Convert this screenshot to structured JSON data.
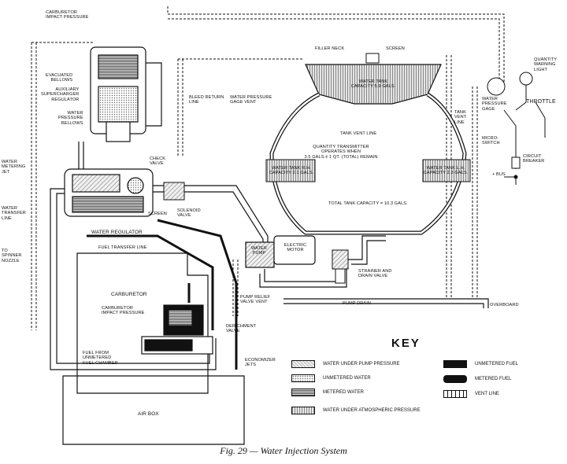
{
  "figure": {
    "caption": "Fig. 29 — Water Injection System"
  },
  "labels": {
    "carburetor_impact_pressure_top": "CARBURETOR\nIMPACT PRESSURE",
    "evacuated_bellows": "EVACUATED\nBELLOWS",
    "auxiliary_supercharger_regulator": "AUXILIARY\nSUPERCHARGER\nREGULATOR",
    "water_pressure_bellows": "WATER\nPRESSURE\nBELLOWS",
    "bleed_return_line": "BLEED RETURN\nLINE",
    "water_pressure_gage_vent": "WATER PRESSURE\nGAGE VENT",
    "filler_neck": "FILLER NECK",
    "screen_top": "SCREEN",
    "water_tank": "WATER TANK\nCAPACITY 5.9 GALS.",
    "tank_vent_line": "TANK VENT LINE",
    "tank_vent_line_right": "TANK\nVENT\nLINE",
    "water_pressure_gage": "WATER\nPRESSURE\nGAGE",
    "quantity_warning_light": "QUANTITY\nWARNING\nLIGHT",
    "throttle": "THROTTLE",
    "micro_switch": "MICRO-\nSWITCH",
    "circuit_breaker": "CIRCUIT\nBREAKER",
    "bus": "+ BUS",
    "quantity_transmitter": "QUANTITY TRANSMITTER\nOPERATES WHEN\n3.5 GALS.± 1 QT. (TOTAL) REMAIN",
    "tank_rh": "WATER TANK R.H.\nCAPACITY 2.1 GALS.",
    "tank_lh": "WATER TANK L.H.\nCAPACITY 2.3 GALS.",
    "total_capacity": "TOTAL TANK CAPACITY = 10.3 GALS.",
    "check_valve": "CHECK\nVALVE",
    "water_metering_jet": "WATER\nMETERING\nJET",
    "water_transfer_line": "WATER\nTRANSFER\nLINE",
    "screen_mid": "SCREEN",
    "solenoid_valve": "SOLENOID\nVALVE",
    "water_regulator": "WATER REGULATOR",
    "to_spinner_nozzle": "TO\nSPINNER\nNOZZLE",
    "fuel_transfer_line": "FUEL TRANSFER LINE",
    "water_pump": "WATER\nPUMP",
    "electric_motor": "ELECTRIC\nMOTOR",
    "strainer_drain_valve": "STRAINER AND\nDRAIN VALVE",
    "carburetor": "CARBURETOR",
    "carburetor_impact_pressure_low": "CARBURETOR\nIMPACT PRESSURE",
    "pump_relief_valve_vent": "PUMP RELIEF\nVALVE VENT",
    "pump_drain": "PUMP DRAIN",
    "overboard": "OVERBOARD",
    "derichment_valve": "DERICHMENT\nVALVE",
    "fuel_from_unmetered": "FUEL FROM\nUNMETERED\nFUEL CHAMBER",
    "economizer_jets": "ECONOMIZER\nJETS",
    "air_box": "AIR BOX"
  },
  "key": {
    "title": "KEY",
    "items": [
      {
        "text": "WATER UNDER PUMP PRESSURE",
        "swatch": "pump"
      },
      {
        "text": "UNMETERED WATER",
        "swatch": "unmet-water"
      },
      {
        "text": "METERED WATER",
        "swatch": "metered-water"
      },
      {
        "text": "WATER UNDER ATMOSPHERIC PRESSURE",
        "swatch": "atmos"
      },
      {
        "text": "UNMETERED FUEL",
        "swatch": "unmet-fuel"
      },
      {
        "text": "METERED FUEL",
        "swatch": "met-fuel"
      },
      {
        "text": "VENT LINE",
        "swatch": "vent"
      }
    ]
  }
}
